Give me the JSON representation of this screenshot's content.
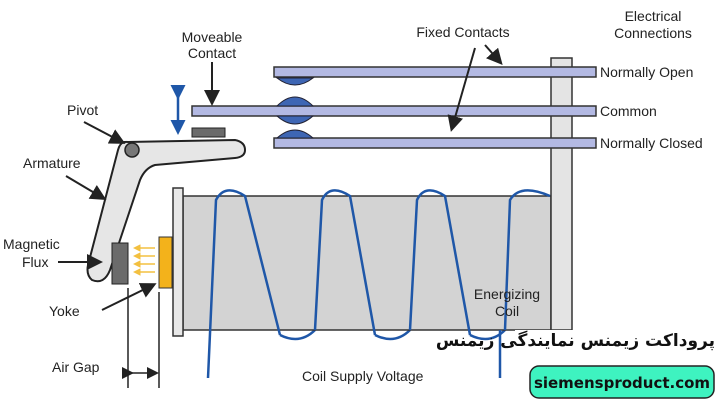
{
  "labels": {
    "moveable_contact": [
      "Moveable",
      "Contact"
    ],
    "fixed_contacts": "Fixed Contacts",
    "electrical_connections": [
      "Electrical",
      "Connections"
    ],
    "normally_open": "Normally Open",
    "common": "Common",
    "normally_closed": "Normally Closed",
    "pivot": "Pivot",
    "armature": "Armature",
    "magnetic_flux": [
      "Magnetic",
      "Flux"
    ],
    "yoke": "Yoke",
    "air_gap": "Air Gap",
    "coil_supply_voltage": "Coil Supply Voltage",
    "energizing_coil": [
      "Energizing",
      "Coil"
    ]
  },
  "watermark": {
    "persian_text": "پروداکت زیمنس نمایندگی زیمنس",
    "url": "siemensproduct.com"
  },
  "colors": {
    "contact_bar": "#b3b9e3",
    "contact_dome": "#3e66b4",
    "coil_wire": "#1f57a8",
    "coil_body": "#d3d3d3",
    "yoke": "#f3b21b",
    "badge": "#3ef3c0"
  }
}
